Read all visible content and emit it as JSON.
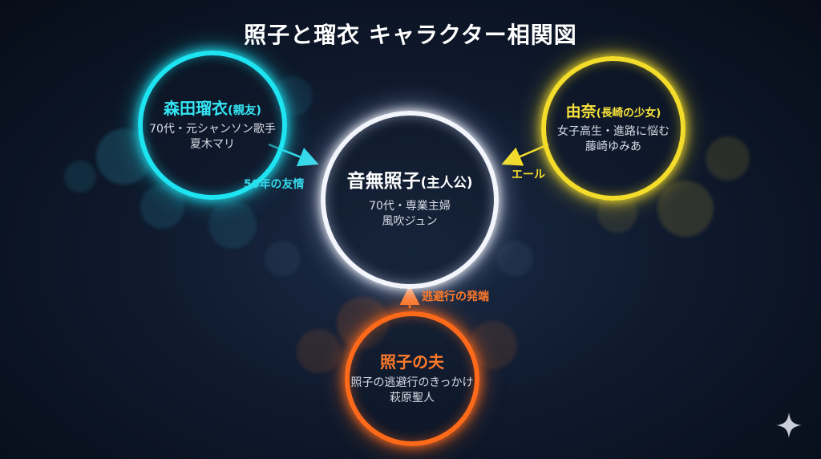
{
  "title": "照子と瑠衣 キャラクター相関図",
  "nodes": {
    "teruko": {
      "name": "音無照子",
      "paren": "(主人公)",
      "role": "70代・専業主婦",
      "actor": "風吹ジュン",
      "color": "#f2f5fb"
    },
    "rui": {
      "name": "森田瑠衣",
      "paren": "(親友)",
      "role": "70代・元シャンソン歌手",
      "actor": "夏木マリ",
      "color": "#1ee4f2"
    },
    "yuna": {
      "name": "由奈",
      "paren": "(長崎の少女)",
      "role": "女子高生・進路に悩む",
      "actor": "藤崎ゆみあ",
      "color": "#f3dc2a"
    },
    "husband": {
      "name": "照子の夫",
      "paren": "",
      "role": "照子の逃避行のきっかけ",
      "actor": "萩原聖人",
      "color": "#ff6a1a"
    }
  },
  "edges": {
    "friendship": {
      "label": "50年の友情",
      "color": "#35d9ea"
    },
    "cheer": {
      "label": "エール",
      "color": "#f3dc2a"
    },
    "origin": {
      "label": "逃避行の発端",
      "color": "#ff7a2a"
    }
  },
  "icons": {
    "corner": "sparkle-icon"
  }
}
